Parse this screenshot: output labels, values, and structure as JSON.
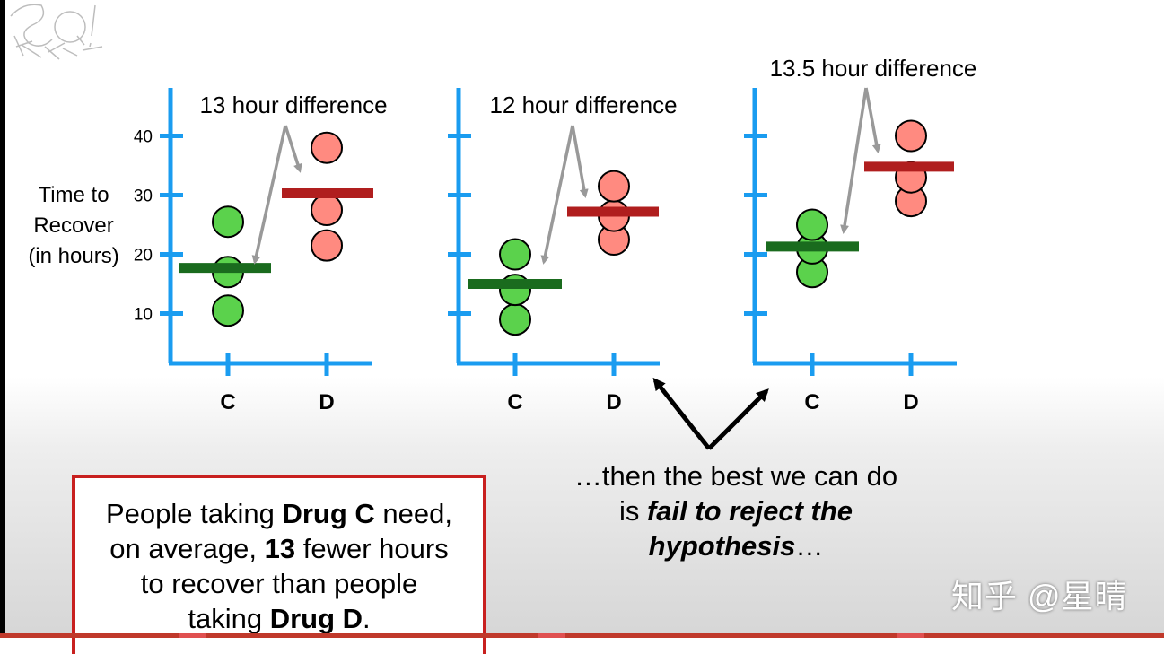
{
  "colors": {
    "axis": "#1a9cf0",
    "drug_c_point": "#5bd24c",
    "drug_c_mean": "#1a6b1e",
    "drug_d_point": "#ff8a80",
    "drug_d_mean": "#b01e1e",
    "annotation_arrow": "#999999",
    "note_border": "#c8201f"
  },
  "logo_icon": "stat-quest-logo-icon",
  "ylabel_lines": [
    "Time to",
    "Recover",
    "(in hours)"
  ],
  "chart_data": [
    {
      "type": "scatter",
      "title": "",
      "ylabel": "Time to Recover (in hours)",
      "xlabel": "",
      "categories": [
        "C",
        "D"
      ],
      "ylim": [
        2,
        48
      ],
      "yticks": [
        10,
        20,
        30,
        40
      ],
      "ytick_labels": [
        "10",
        "20",
        "30",
        "40"
      ],
      "series": [
        {
          "name": "C",
          "values": [
            10.5,
            17,
            25.5
          ]
        },
        {
          "name": "D",
          "values": [
            21.5,
            27.5,
            38
          ]
        }
      ],
      "means": {
        "C": 17.7,
        "D": 30.3
      },
      "annotation": "13 hour difference",
      "grid": false
    },
    {
      "type": "scatter",
      "title": "",
      "ylabel": "",
      "xlabel": "",
      "categories": [
        "C",
        "D"
      ],
      "ylim": [
        2,
        48
      ],
      "yticks": [
        10,
        20,
        30,
        40
      ],
      "ytick_labels": [
        "",
        "",
        "",
        ""
      ],
      "series": [
        {
          "name": "C",
          "values": [
            9,
            14,
            20
          ]
        },
        {
          "name": "D",
          "values": [
            22.5,
            26.5,
            31.5
          ]
        }
      ],
      "means": {
        "C": 15,
        "D": 27.2
      },
      "annotation": "12 hour difference",
      "grid": false
    },
    {
      "type": "scatter",
      "title": "",
      "ylabel": "",
      "xlabel": "",
      "categories": [
        "C",
        "D"
      ],
      "ylim": [
        2,
        48
      ],
      "yticks": [
        10,
        20,
        30,
        40
      ],
      "ytick_labels": [
        "",
        "",
        "",
        ""
      ],
      "series": [
        {
          "name": "C",
          "values": [
            17,
            21,
            25
          ]
        },
        {
          "name": "D",
          "values": [
            29,
            33,
            40
          ]
        }
      ],
      "means": {
        "C": 21.3,
        "D": 34.8
      },
      "annotation": "13.5 hour difference",
      "grid": false
    }
  ],
  "note": {
    "line1_pre": "People taking ",
    "line1_bold": "Drug C",
    "line1_post": " need,",
    "line2_pre": "on average, ",
    "line2_bold": "13",
    "line2_post": " fewer hours",
    "line3": "to recover than people",
    "line4_pre": "taking ",
    "line4_bold": "Drug D",
    "line4_post": "."
  },
  "conclusion": {
    "line1": "…then the best we can do",
    "line2_pre": "is ",
    "line2_bold": "fail to reject the",
    "line3_bold": "hypothesis",
    "line3_post": "…"
  },
  "watermark": "知乎 @星晴"
}
